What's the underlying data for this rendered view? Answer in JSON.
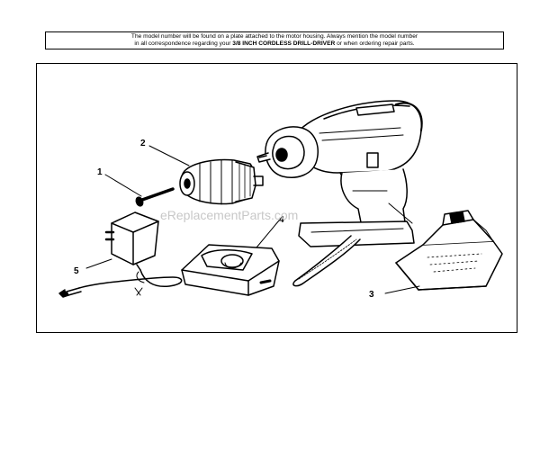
{
  "notice": {
    "line1": "The model number will be found on a plate attached to the motor housing. Always mention the model number",
    "line2_start": "in all correspondence regarding your",
    "line2_bold": "3/8 INCH CORDLESS DRILL-DRIVER",
    "line2_end": "or when ordering repair parts."
  },
  "watermark": "eReplacementParts.com",
  "callouts": [
    "1",
    "2",
    "3",
    "4",
    "5"
  ],
  "parts": [
    {
      "number": "1",
      "icon": "screw-icon"
    },
    {
      "number": "2",
      "icon": "drill-chuck-icon"
    },
    {
      "number": "3",
      "icon": "battery-pack-icon"
    },
    {
      "number": "4",
      "icon": "charger-base-icon"
    },
    {
      "number": "5",
      "icon": "ac-adapter-icon"
    }
  ]
}
